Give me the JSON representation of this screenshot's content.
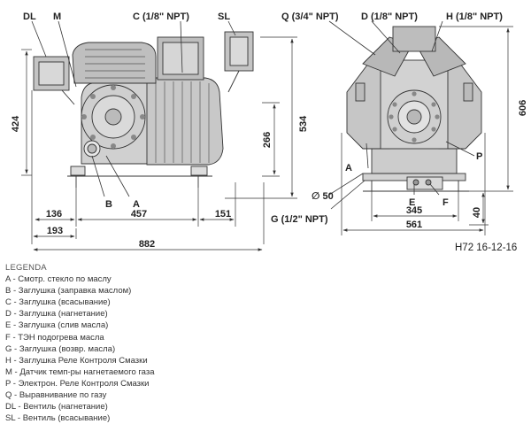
{
  "callouts": {
    "dl": "DL",
    "m": "M",
    "c": "C (1/8\" NPT)",
    "sl": "SL",
    "q": "Q (3/4\" NPT)",
    "d": "D (1/8\" NPT)",
    "h": "H (1/8\" NPT)",
    "b": "B",
    "a": "A",
    "p": "P",
    "e": "E",
    "f": "F",
    "g": "G (1/2\" NPT)"
  },
  "dimensions": {
    "d424": "424",
    "d534": "534",
    "d266": "266",
    "d606": "606",
    "d136": "136",
    "d457": "457",
    "d151": "151",
    "d193": "193",
    "d882": "882",
    "d50": "∅ 50",
    "d345": "345",
    "d561": "561",
    "d40": "40"
  },
  "drawing_ref": "H72 16-12-16",
  "legend": {
    "title": "LEGENDA",
    "items": [
      "A - Смотр. стекло по маслу",
      "B - Заглушка (заправка маслом)",
      "C - Заглушка (всасывание)",
      "D - Заглушка (нагнетание)",
      "E - Заглушка (слив масла)",
      "F - ТЭН подогрева масла",
      "G - Заглушка (возвр. масла)",
      "H - Заглушка Реле Контроля Смазки",
      "M - Датчик темп-ры нагнетаемого газа",
      "P - Электрон. Реле Контроля Смазки",
      "Q - Выравнивание по газу",
      "DL - Вентиль (нагнетание)",
      "SL - Вентиль (всасывание)"
    ]
  }
}
